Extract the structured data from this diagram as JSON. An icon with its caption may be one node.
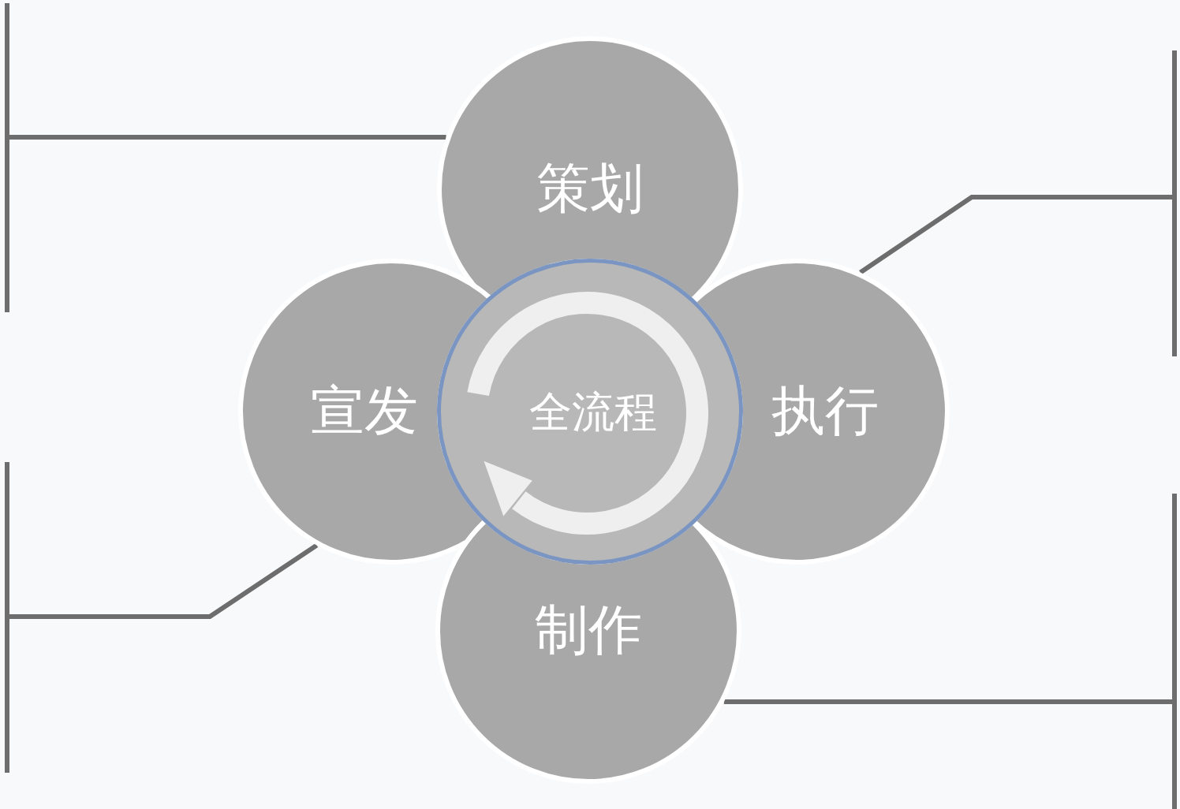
{
  "diagram": {
    "nodes": [
      {
        "text": [
          "策划"
        ]
      },
      {
        "text": [
          "宣发"
        ]
      },
      {
        "text": [
          "全流程"
        ]
      },
      {
        "text": [
          "执行"
        ]
      },
      {
        "text": [
          "制作"
        ]
      },
      {
        "text": [],
        "shape": "bar"
      },
      {
        "text": [],
        "shape": "bar"
      },
      {
        "text": [],
        "shape": "bar"
      },
      {
        "text": [],
        "shape": "bar"
      }
    ],
    "edges": [
      {
        "from": 0,
        "to": 5,
        "arrow": "none"
      },
      {
        "from": 3,
        "to": 6,
        "arrow": "none"
      },
      {
        "from": 1,
        "to": 7,
        "arrow": "none"
      },
      {
        "from": 4,
        "to": 8,
        "arrow": "none"
      }
    ]
  }
}
